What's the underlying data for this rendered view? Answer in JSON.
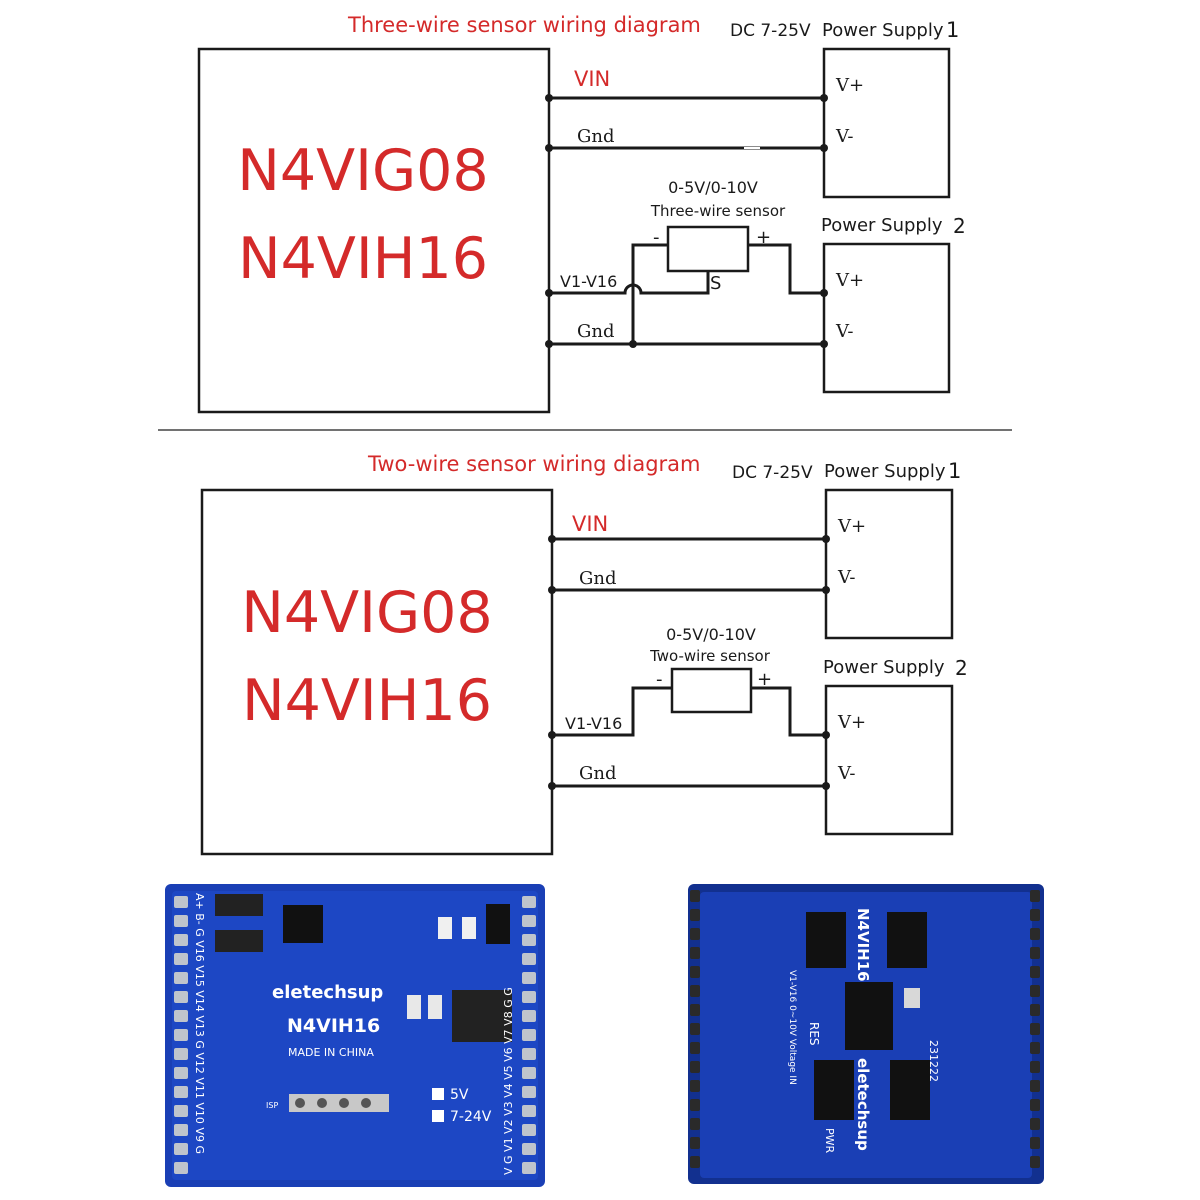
{
  "diagram_top": {
    "title": "Three-wire sensor wiring diagram",
    "supply1_label": "DC 7-25V",
    "supply1_name": "Power Supply",
    "supply1_num": "1",
    "module_line1": "N4VIG08",
    "module_line2": "N4VIH16",
    "wire_vin": "VIN",
    "wire_gnd1": "Gnd",
    "wire_signal": "V1-V16",
    "wire_gnd2": "Gnd",
    "sensor_range": "0-5V/0-10V",
    "sensor_name": "Three-wire sensor",
    "sensor_minus": "-",
    "sensor_plus": "+",
    "sensor_s": "S",
    "supply2_name": "Power Supply",
    "supply2_num": "2",
    "vplus1": "V+",
    "vminus1": "V-",
    "vplus2": "V+",
    "vminus2": "V-"
  },
  "diagram_bottom": {
    "title": "Two-wire sensor wiring diagram",
    "supply1_label": "DC 7-25V",
    "supply1_name": "Power Supply",
    "supply1_num": "1",
    "module_line1": "N4VIG08",
    "module_line2": "N4VIH16",
    "wire_vin": "VIN",
    "wire_gnd1": "Gnd",
    "wire_signal": "V1-V16",
    "wire_gnd2": "Gnd",
    "sensor_range": "0-5V/0-10V",
    "sensor_name": "Two-wire sensor",
    "sensor_minus": "-",
    "sensor_plus": "+",
    "supply2_name": "Power Supply",
    "supply2_num": "2",
    "vplus1": "V+",
    "vminus1": "V-",
    "vplus2": "V+",
    "vminus2": "V-"
  },
  "board_left": {
    "brand": "eletechsup",
    "model": "N4VIH16",
    "made_in": "MADE IN CHINA",
    "opt1": "5V",
    "opt2": "7-24V",
    "isp": "ISP",
    "left_pins": "A+ B- G V16 V15 V14 V13 G V12 V11 V10 V9 G",
    "right_pins": "V G V1 V2 V3 V4 V5 V6 V7 V8 G G"
  },
  "board_right": {
    "model": "N4VIH16",
    "brand": "eletechsup",
    "input_label": "V1-V16 0~10V Voltage IN",
    "res": "RES",
    "pwr": "PWR",
    "date": "231222"
  },
  "colors": {
    "title_red": "#d42a2a",
    "pcb_blue": "#1a3fb5",
    "pcb_dark": "#12308f",
    "wire": "#1a1a1a"
  }
}
